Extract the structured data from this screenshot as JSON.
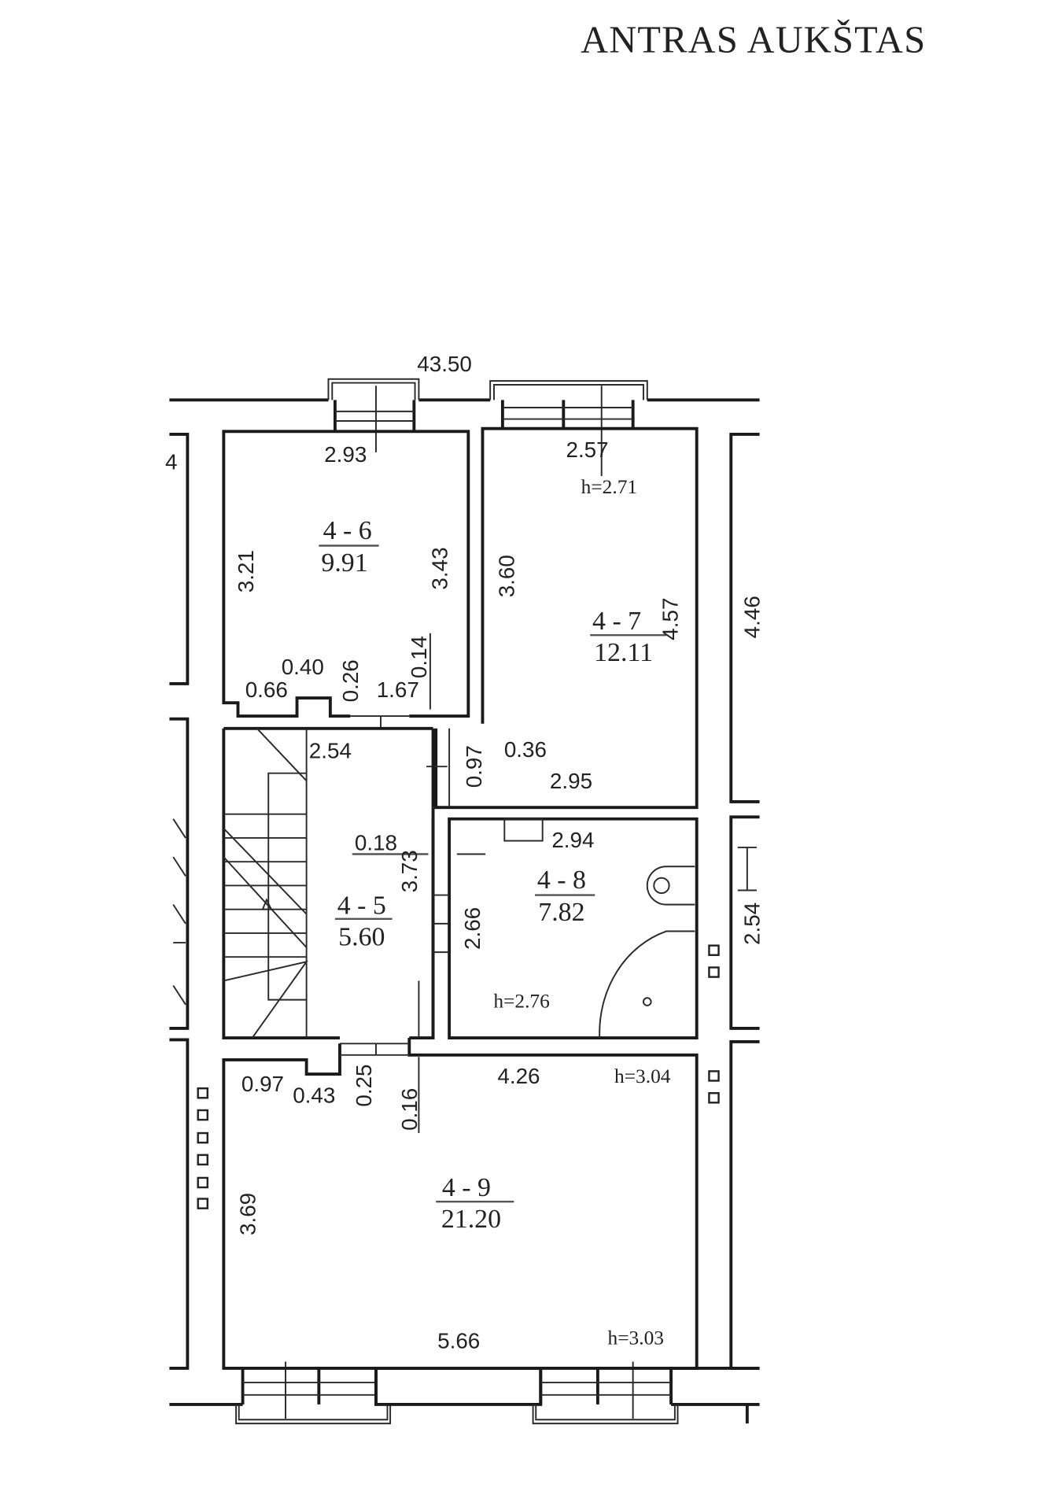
{
  "title": "ANTRAS AUKŠTAS",
  "overall_dimension": "43.50",
  "rooms": [
    {
      "id": "4 - 6",
      "area": "9.91"
    },
    {
      "id": "4 - 7",
      "area": "12.11",
      "height": "h=2.71"
    },
    {
      "id": "4 - 5",
      "area": "5.60"
    },
    {
      "id": "4 - 8",
      "area": "7.82",
      "height": "h=2.76"
    },
    {
      "id": "4 - 9",
      "area": "21.20",
      "height_top": "h=3.04",
      "height_bottom": "h=3.03"
    }
  ],
  "dimensions": {
    "room_4_6": [
      "2.93",
      "3.21",
      "3.43",
      "0.40",
      "0.26",
      "0.66",
      "1.67",
      "0.14"
    ],
    "room_4_7": [
      "2.57",
      "3.60",
      "4.57",
      "0.36",
      "2.95",
      "0.97"
    ],
    "room_4_5": [
      "2.54",
      "0.18",
      "3.73"
    ],
    "room_4_8": [
      "2.94",
      "2.66"
    ],
    "room_4_9": [
      "0.97",
      "0.43",
      "0.25",
      "0.16",
      "4.26",
      "3.69",
      "5.66"
    ],
    "neighbors": [
      "4",
      "4.46",
      "2.54"
    ]
  }
}
